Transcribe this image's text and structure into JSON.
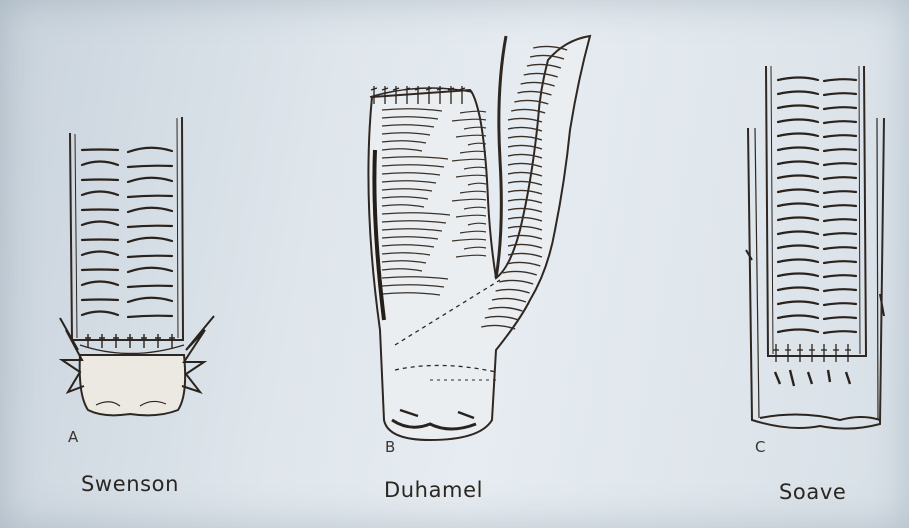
{
  "panels": [
    {
      "letter": "A",
      "caption": "Swenson"
    },
    {
      "letter": "B",
      "caption": "Duhamel"
    },
    {
      "letter": "C",
      "caption": "Soave"
    }
  ],
  "colors": {
    "background": "#dfe6ec",
    "ink": "#2b2622"
  }
}
